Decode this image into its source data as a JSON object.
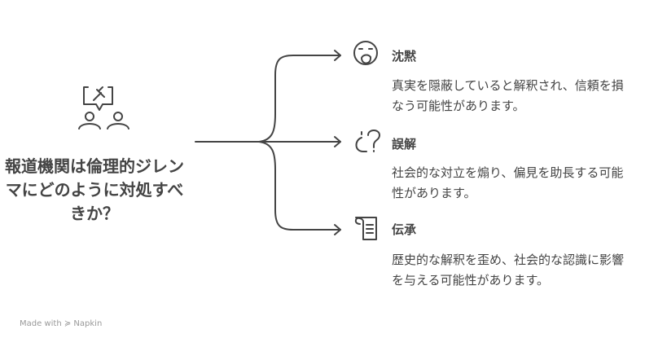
{
  "question": "報道機関は倫理的ジレンマにどのように対処すべきか？",
  "branches": [
    {
      "title": "沈黙",
      "icon": "surprised-face-icon",
      "description": "真実を隠蔽していると解釈され、信頼を損なう可能性があります。"
    },
    {
      "title": "誤解",
      "icon": "question-marks-icon",
      "description": "社会的な対立を煽り、偏見を助長する可能性があります。"
    },
    {
      "title": "伝承",
      "icon": "scroll-icon",
      "description": "歴史的な解釈を歪め、社会的な認識に影響を与える可能性があります。"
    }
  ],
  "footer": {
    "made_with": "Made with",
    "brand": "Napkin"
  },
  "colors": {
    "stroke": "#444444",
    "footer": "#999999"
  }
}
